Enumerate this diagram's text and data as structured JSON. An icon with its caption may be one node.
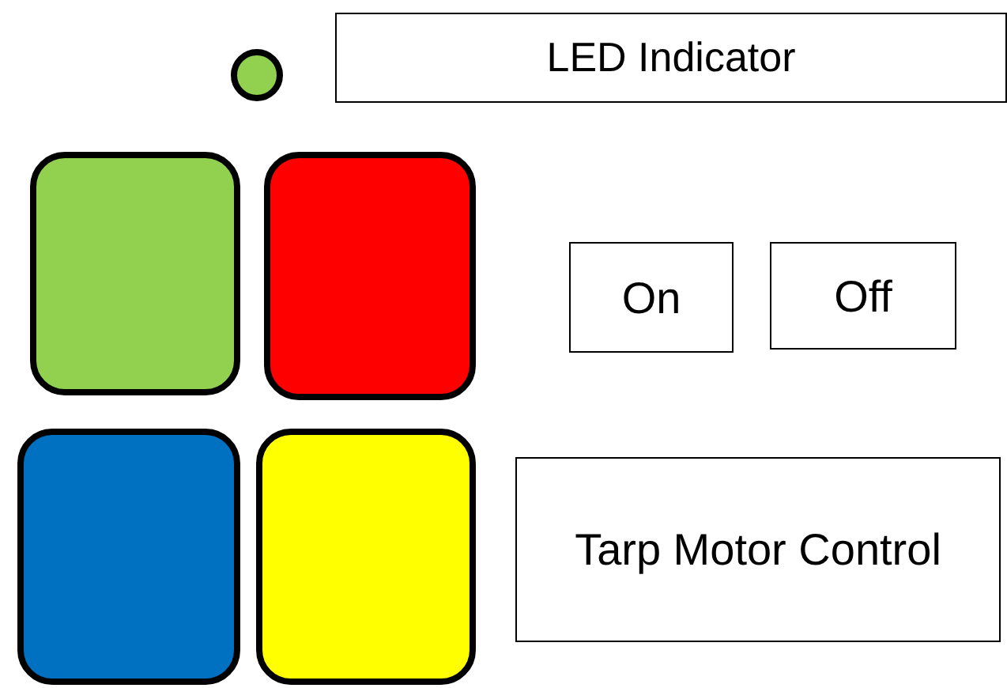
{
  "diagram": {
    "nodes": [
      {
        "text": [],
        "shape": "circle"
      },
      {
        "text": [
          "LED Indicator"
        ]
      },
      {
        "text": [],
        "shape": "box"
      },
      {
        "text": [],
        "shape": "box"
      },
      {
        "text": [
          "On"
        ]
      },
      {
        "text": [
          "Off"
        ]
      },
      {
        "text": [],
        "shape": "box"
      },
      {
        "text": [],
        "shape": "box"
      },
      {
        "text": [
          "Tarp Motor Control"
        ]
      }
    ]
  }
}
